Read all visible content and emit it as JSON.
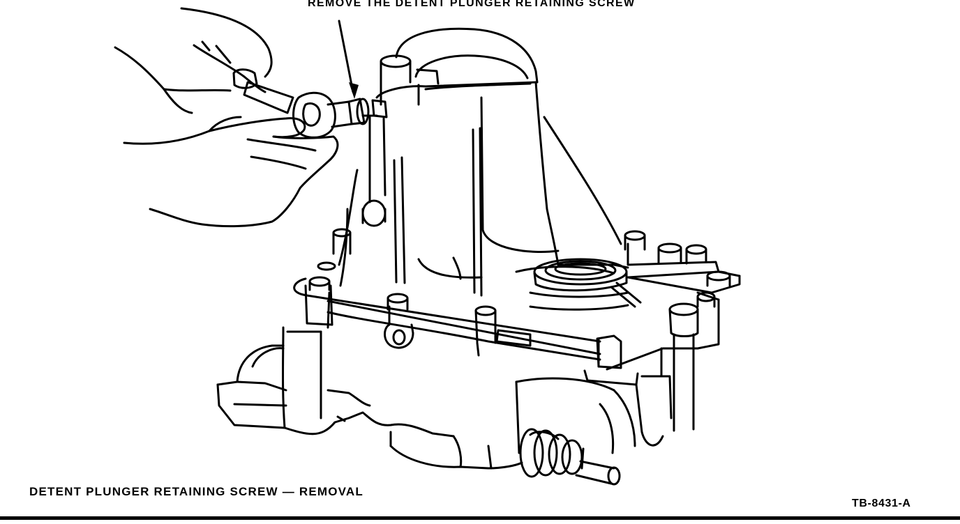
{
  "diagram": {
    "callout_label": "REMOVE THE DETENT PLUNGER RETAINING SCREW",
    "caption": "DETENT PLUNGER RETAINING SCREW — REMOVAL",
    "figure_id": "TB-8431-A"
  },
  "colors": {
    "ink": "#000000",
    "paper": "#ffffff"
  }
}
